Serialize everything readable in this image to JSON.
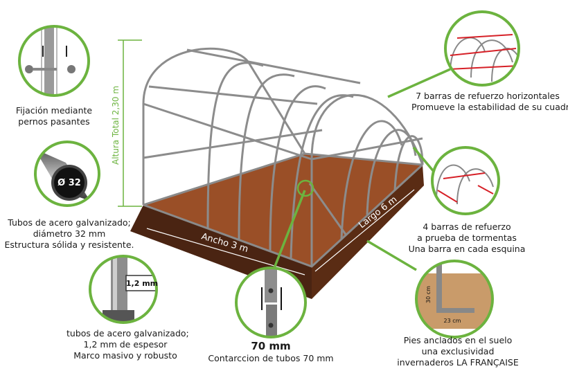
{
  "dimensions": {
    "height": "Altura Total 2,30 m",
    "width": "Ancho 3 m",
    "length": "Largo 6 m"
  },
  "callouts": {
    "bolts": {
      "line1": "Fijación mediante",
      "line2": "pernos pasantes"
    },
    "tubes": {
      "badge": "Ø 32",
      "line1": "Tubos de acero galvanizado;",
      "line2": "diámetro 32 mm",
      "line3": "Estructura sólida y resistente."
    },
    "thickness": {
      "badge": "1,2 mm",
      "line1": "tubos de acero galvanizado;",
      "line2": "1,2 mm de espesor",
      "line3": "Marco masivo y robusto"
    },
    "pipe70": {
      "title": "70 mm",
      "line1": "Contarccion de tubos 70 mm"
    },
    "horizontal": {
      "line1": "7 barras de refuerzo horizontales",
      "line2": "Promueve la estabilidad de su cuadro"
    },
    "storm": {
      "line1": "4 barras de refuerzo",
      "line2": "a prueba de tormentas",
      "line3": "Una barra en cada esquina"
    },
    "feet": {
      "dim_v": "30 cm",
      "dim_h": "23 cm",
      "line1": "Pies anclados en el suelo",
      "line2": "una exclusividad",
      "line3": "invernaderos LA FRANÇAISE"
    }
  },
  "colors": {
    "accent": "#6cb33f",
    "soil_top": "#9a4f27",
    "soil_side": "#4a2412",
    "frame": "#7d7d7d",
    "reinforce": "#d62027"
  }
}
